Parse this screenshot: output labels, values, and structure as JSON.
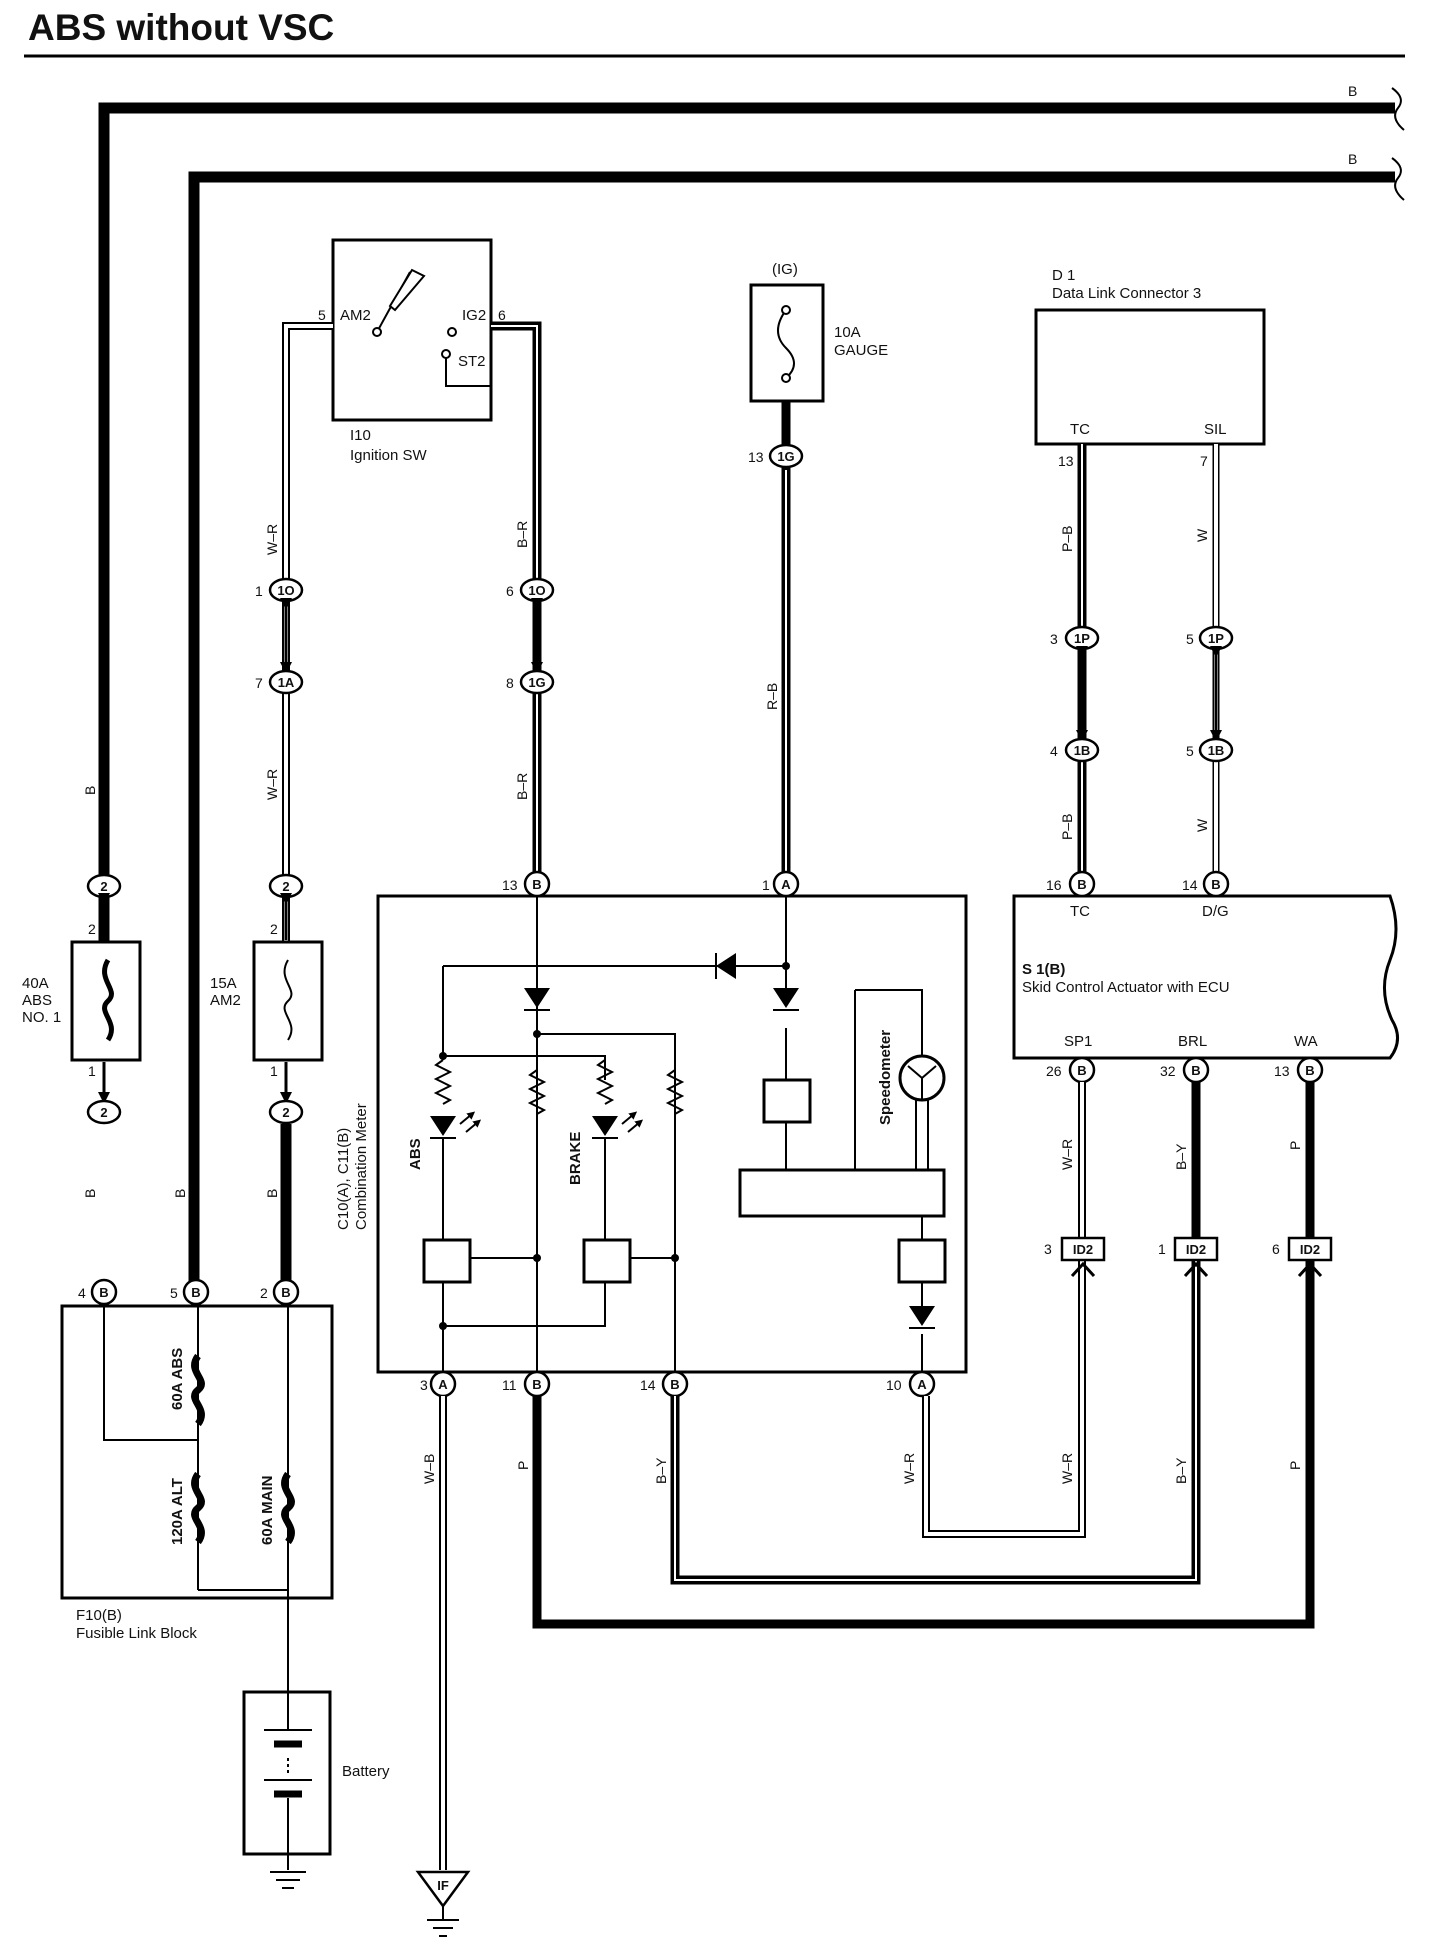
{
  "title": "ABS without VSC",
  "bus_wires": [
    "B",
    "B"
  ],
  "ignition_switch": {
    "id": "I10",
    "name": "Ignition SW",
    "am2": "AM2",
    "ig2": "IG2",
    "st2": "ST2",
    "pin_am2": "5",
    "pin_ig2": "6"
  },
  "gauge_fuse": {
    "supply": "(IG)",
    "rating": "10A",
    "name": "GAUGE"
  },
  "dlc": {
    "id": "D 1",
    "name": "Data Link Connector 3",
    "tc": "TC",
    "sil": "SIL",
    "pin_tc": "13",
    "pin_sil": "7"
  },
  "wires": {
    "w_r": "W–R",
    "b_r": "B–R",
    "r_b": "R–B",
    "p_b": "P–B",
    "w": "W",
    "b": "B",
    "w_b": "W–B",
    "p": "P",
    "b_y": "B–Y"
  },
  "junctions": {
    "c1o": "1O",
    "c1a": "1A",
    "c1g": "1G",
    "c1p": "1P",
    "c1b": "1B",
    "c2": "2",
    "cB": "B",
    "cA": "A",
    "id2": "ID2",
    "if": "IF"
  },
  "pins": {
    "p1": "1",
    "p2": "2",
    "p3": "3",
    "p4": "4",
    "p5": "5",
    "p6": "6",
    "p7": "7",
    "p8": "8",
    "p10": "10",
    "p11": "11",
    "p13": "13",
    "p14": "14",
    "p16": "16",
    "p26": "26",
    "p32": "32"
  },
  "fuses": {
    "abs_no1": {
      "rating": "40A",
      "name": "ABS",
      "name2": "NO. 1"
    },
    "am2": {
      "rating": "15A",
      "name": "AM2"
    }
  },
  "fusible_link_block": {
    "id": "F10(B)",
    "name": "Fusible Link Block",
    "f1": "60A ABS",
    "f2": "120A ALT",
    "f3": "60A MAIN"
  },
  "battery": "Battery",
  "meter": {
    "id": "C10(A), C11(B)",
    "name": "Combination Meter",
    "abs": "ABS",
    "brake": "BRAKE",
    "speedometer": "Speedometer"
  },
  "actuator": {
    "id": "S 1(B)",
    "name": "Skid Control Actuator with ECU",
    "tc": "TC",
    "dg": "D/G",
    "sp1": "SP1",
    "brl": "BRL",
    "wa": "WA"
  }
}
